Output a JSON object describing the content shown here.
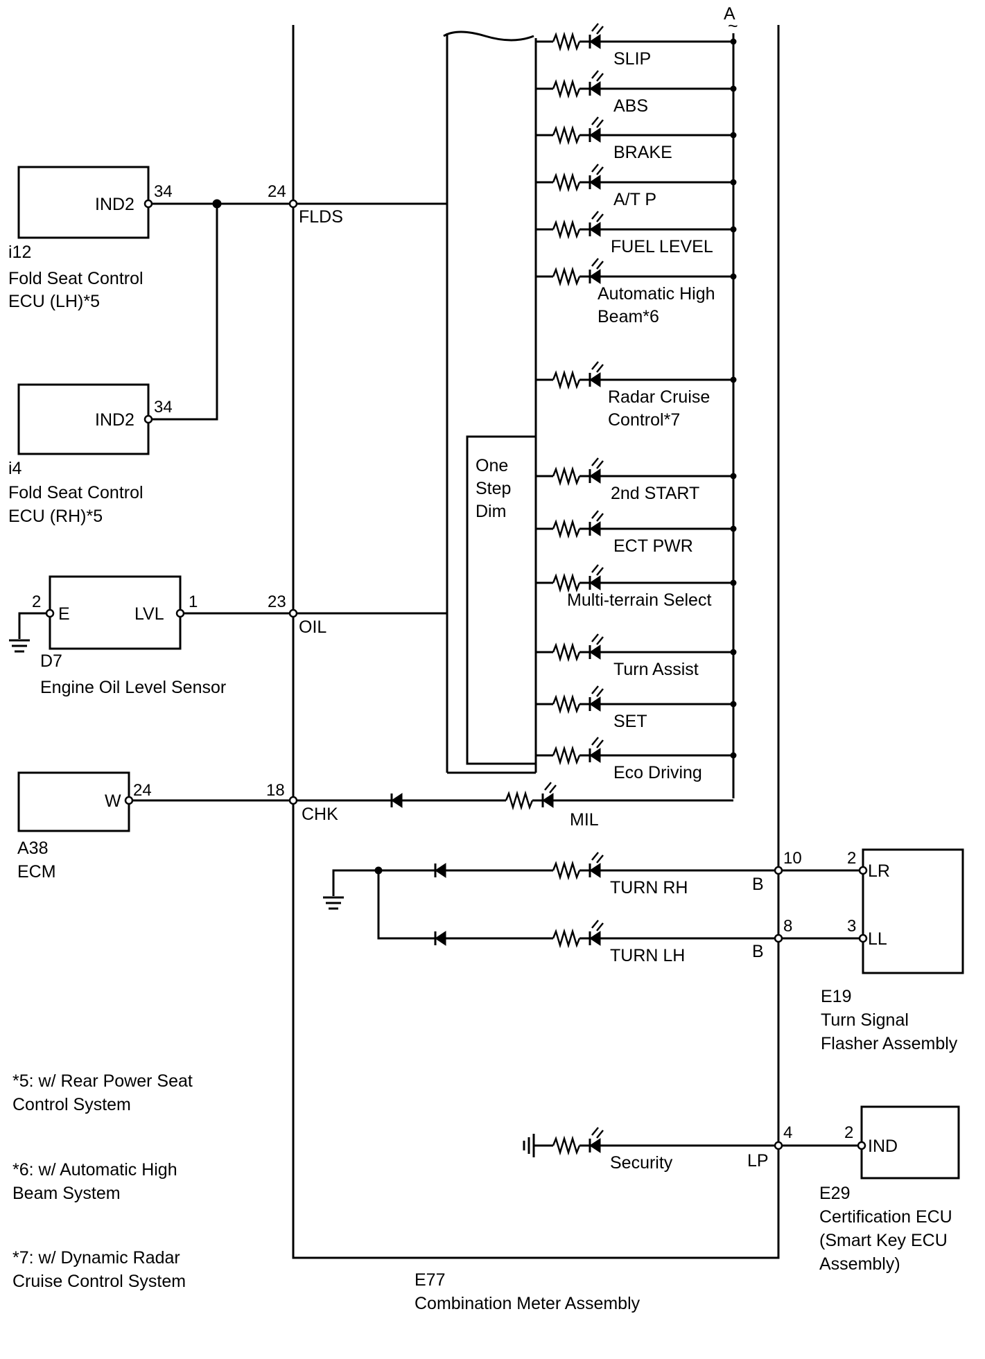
{
  "top_connector": {
    "label": "A",
    "mark": "~"
  },
  "meter": {
    "code": "E77",
    "name": "Combination Meter Assembly",
    "one_step_dim": [
      "One",
      "Step",
      "Dim"
    ],
    "pins": {
      "flds": {
        "num": "24",
        "label": "FLDS"
      },
      "oil": {
        "num": "23",
        "label": "OIL"
      },
      "chk": {
        "num": "18",
        "label": "CHK"
      },
      "turn_rh": {
        "num": "10",
        "label": "B"
      },
      "turn_lh": {
        "num": "8",
        "label": "B"
      },
      "security": {
        "num": "4",
        "label": "LP"
      }
    }
  },
  "indicators": [
    {
      "lines": [
        "SLIP"
      ]
    },
    {
      "lines": [
        "ABS"
      ]
    },
    {
      "lines": [
        "BRAKE"
      ]
    },
    {
      "lines": [
        "A/T P"
      ]
    },
    {
      "lines": [
        "FUEL LEVEL"
      ]
    },
    {
      "lines": [
        "Automatic High",
        "Beam*6"
      ]
    },
    {
      "lines": [
        "Radar Cruise",
        "Control*7"
      ]
    },
    {
      "lines": [
        "2nd START"
      ]
    },
    {
      "lines": [
        "ECT PWR"
      ]
    },
    {
      "lines": [
        "Multi-terrain Select"
      ]
    },
    {
      "lines": [
        "Turn Assist"
      ]
    },
    {
      "lines": [
        "SET"
      ]
    },
    {
      "lines": [
        "Eco Driving"
      ]
    }
  ],
  "mil_label": "MIL",
  "turn_rh_label": "TURN RH",
  "turn_lh_label": "TURN LH",
  "security_label": "Security",
  "components": {
    "i12": {
      "code": "i12",
      "name1": "Fold Seat Control",
      "name2": "ECU (LH)*5",
      "pin_label": "IND2",
      "pin_num": "34"
    },
    "i4": {
      "code": "i4",
      "name1": "Fold Seat Control",
      "name2": "ECU (RH)*5",
      "pin_label": "IND2",
      "pin_num": "34"
    },
    "d7": {
      "code": "D7",
      "name": "Engine Oil Level Sensor",
      "pin_e_label": "E",
      "pin_e_num": "2",
      "pin_lvl_label": "LVL",
      "pin_lvl_num": "1"
    },
    "a38": {
      "code": "A38",
      "name": "ECM",
      "pin_label": "W",
      "pin_num": "24"
    },
    "e19": {
      "code": "E19",
      "name1": "Turn Signal",
      "name2": "Flasher Assembly",
      "pin_lr_label": "LR",
      "pin_lr_num": "2",
      "pin_ll_label": "LL",
      "pin_ll_num": "3"
    },
    "e29": {
      "code": "E29",
      "name1": "Certification ECU",
      "name2": "(Smart Key ECU",
      "name3": "Assembly)",
      "pin_label": "IND",
      "pin_num": "2"
    }
  },
  "notes": [
    {
      "line1": "*5: w/ Rear Power Seat",
      "line2": "Control System"
    },
    {
      "line1": "*6: w/ Automatic High",
      "line2": "Beam System"
    },
    {
      "line1": "*7: w/ Dynamic Radar",
      "line2": "Cruise Control System"
    }
  ]
}
